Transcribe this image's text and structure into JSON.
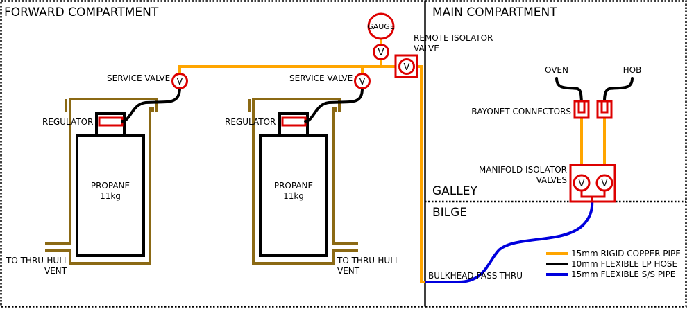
{
  "compartments": {
    "forward": "FORWARD COMPARTMENT",
    "main": "MAIN COMPARTMENT",
    "galley": "GALLEY",
    "bilge": "BILGE"
  },
  "cylinders": [
    {
      "label": "PROPANE",
      "size": "11kg",
      "regulator": "REGULATOR",
      "service_valve": "SERVICE VALVE",
      "vent": [
        "TO THRU-HULL",
        "VENT"
      ]
    },
    {
      "label": "PROPANE",
      "size": "11kg",
      "regulator": "REGULATOR",
      "service_valve": "SERVICE VALVE",
      "vent": [
        "TO THRU-HULL",
        "VENT"
      ]
    }
  ],
  "gauge": {
    "label": "GAUGE"
  },
  "valve_symbol": "V",
  "remote_isolator": [
    "REMOTE ISOLATOR",
    "VALVE"
  ],
  "appliances": {
    "oven": "OVEN",
    "hob": "HOB"
  },
  "bayonet_connectors": "BAYONET CONNECTORS",
  "manifold_isolator": [
    "MANIFOLD ISOLATOR",
    "VALVES"
  ],
  "bulkhead": "BULKHEAD PASS-THRU",
  "colors": {
    "copper": "#FFA500",
    "hose": "#000000",
    "ss_pipe": "#0000DD",
    "valve_red": "#DD0000",
    "locker": "#8B6914"
  },
  "legend": [
    {
      "label": "15mm RIGID COPPER PIPE",
      "color": "#FFA500"
    },
    {
      "label": "10mm FLEXIBLE LP HOSE",
      "color": "#000000"
    },
    {
      "label": "15mm FLEXIBLE S/S PIPE",
      "color": "#0000DD"
    }
  ]
}
